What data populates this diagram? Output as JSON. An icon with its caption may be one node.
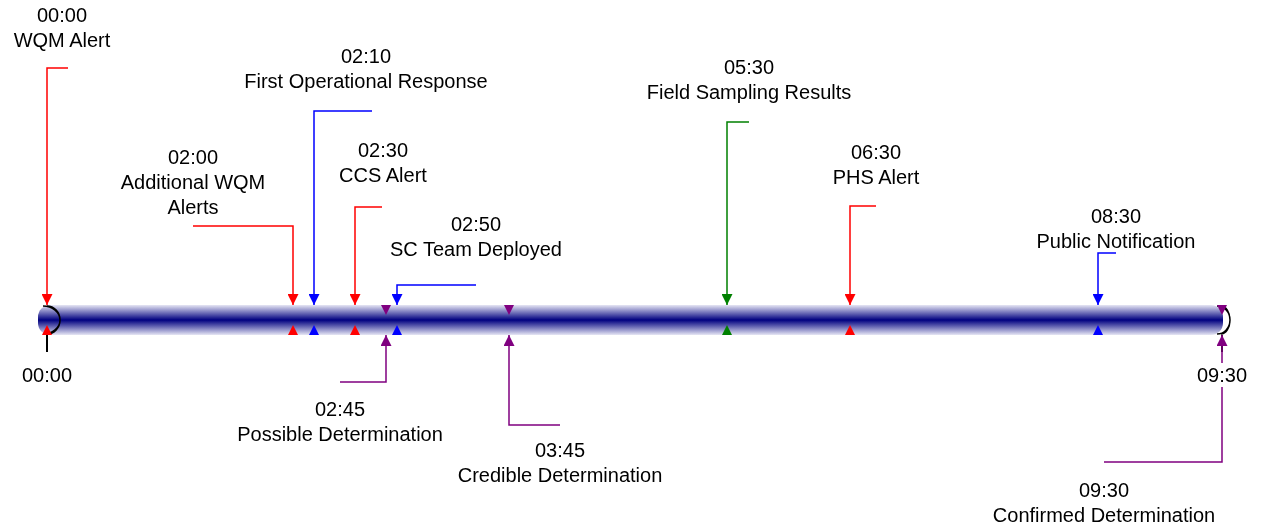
{
  "diagram": {
    "nodes": [
      {
        "text": [
          "00:00",
          "WQM Alert"
        ]
      },
      {
        "text": [
          "02:00",
          "Additional WQM Alerts"
        ]
      },
      {
        "text": [
          "02:10",
          "First Operational Response"
        ]
      },
      {
        "text": [
          "02:30",
          "CCS Alert"
        ]
      },
      {
        "text": [
          "02:50",
          "SC Team Deployed"
        ]
      },
      {
        "text": [
          "05:30",
          "Field Sampling Results"
        ]
      },
      {
        "text": [
          "06:30",
          "PHS Alert"
        ]
      },
      {
        "text": [
          "08:30",
          "Public Notification"
        ]
      },
      {
        "text": [
          "02:45",
          "Possible Determination"
        ]
      },
      {
        "text": [
          "03:45",
          "Credible Determination"
        ]
      },
      {
        "text": [
          "09:30",
          "Confirmed Determination"
        ]
      },
      {
        "text": [],
        "shape": "bar"
      }
    ],
    "edges": [
      {
        "from": 0,
        "to": 11,
        "arrow": "to",
        "color": "#ff0000"
      },
      {
        "from": 1,
        "to": 11,
        "arrow": "to",
        "color": "#ff0000"
      },
      {
        "from": 2,
        "to": 11,
        "arrow": "to",
        "color": "#0000ff"
      },
      {
        "from": 3,
        "to": 11,
        "arrow": "to",
        "color": "#ff0000"
      },
      {
        "from": 4,
        "to": 11,
        "arrow": "to",
        "color": "#0000ff"
      },
      {
        "from": 5,
        "to": 11,
        "arrow": "to",
        "color": "#008000"
      },
      {
        "from": 6,
        "to": 11,
        "arrow": "to",
        "color": "#ff0000"
      },
      {
        "from": 7,
        "to": 11,
        "arrow": "to",
        "color": "#0000ff"
      },
      {
        "from": 8,
        "to": 11,
        "arrow": "to",
        "color": "#800080"
      },
      {
        "from": 9,
        "to": 11,
        "arrow": "to",
        "color": "#800080"
      },
      {
        "from": 10,
        "to": 11,
        "arrow": "to",
        "color": "#800080"
      }
    ],
    "labels": [
      "00:00",
      "09:30"
    ]
  }
}
